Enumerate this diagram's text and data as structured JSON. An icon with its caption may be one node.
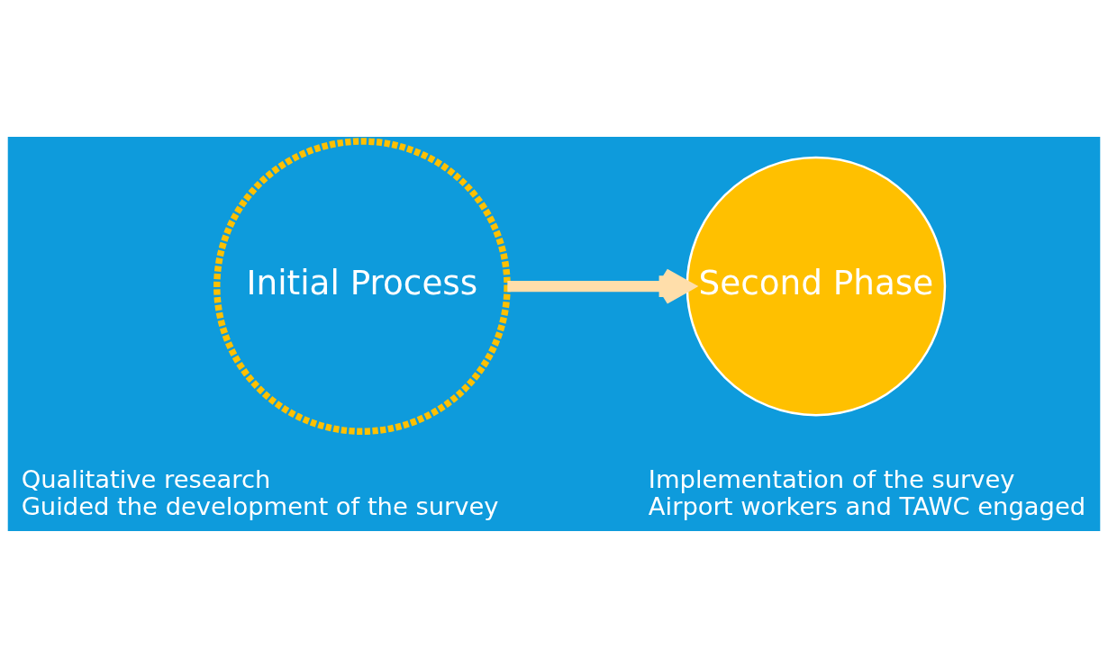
{
  "diagram": {
    "nodes": [
      {
        "text": [
          "Initial Process"
        ],
        "beside": [
          "Qualitative research",
          "Guided the development of the survey"
        ]
      },
      {
        "text": [
          "Second Phase"
        ],
        "beside": [
          "Implementation of the survey",
          "Airport workers and TAWC engaged"
        ]
      }
    ],
    "edges": [
      {
        "from": 0,
        "to": 1,
        "arrow": "to"
      }
    ]
  }
}
